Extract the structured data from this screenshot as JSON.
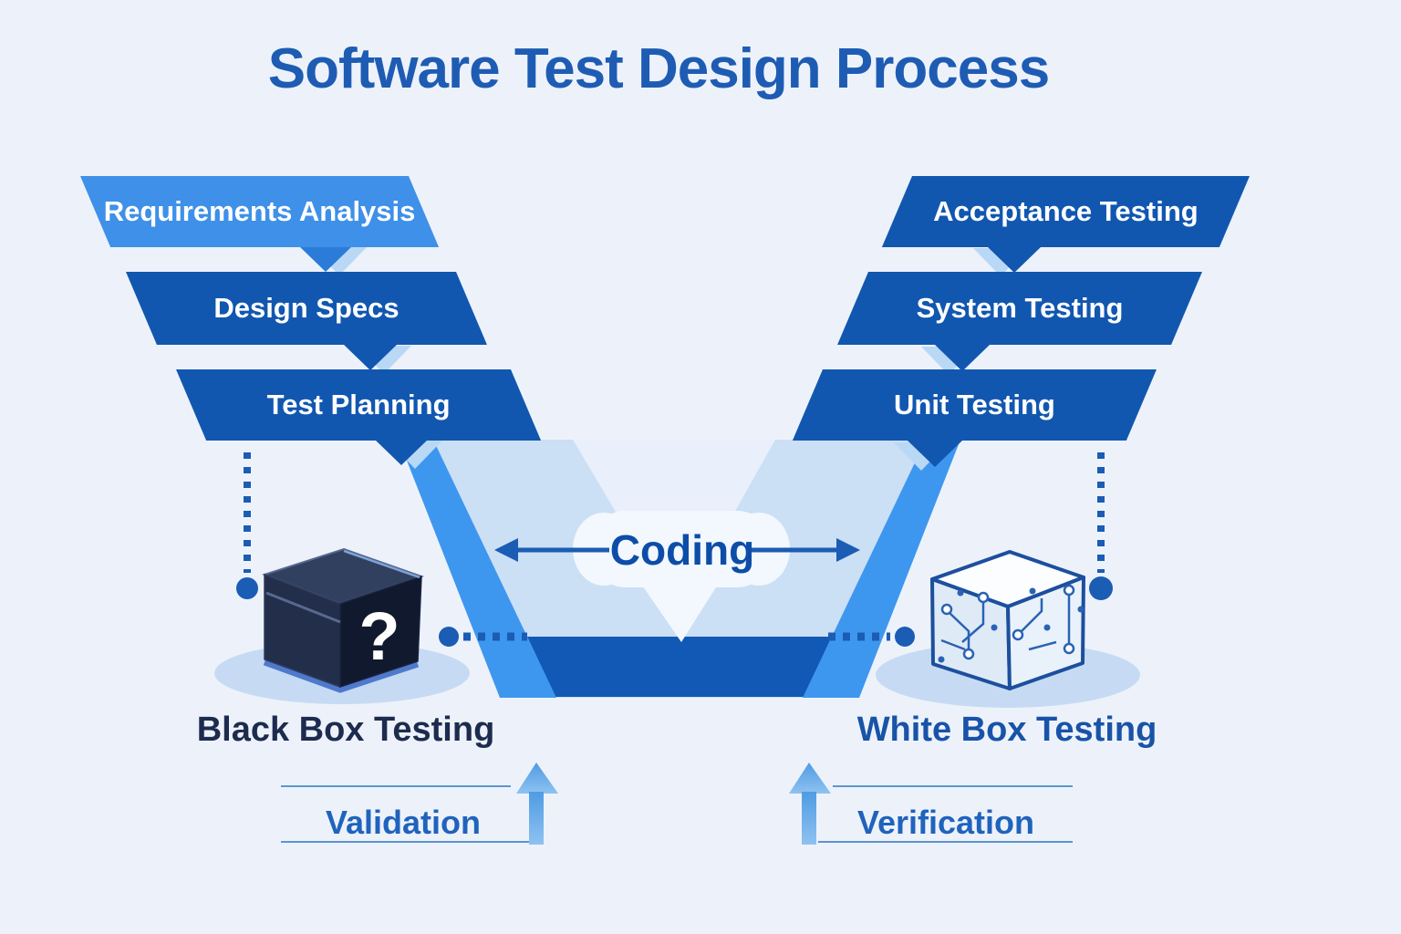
{
  "title": "Software Test Design Process",
  "left_stages": [
    {
      "label": "Requirements Analysis"
    },
    {
      "label": "Design Specs"
    },
    {
      "label": "Test Planning"
    }
  ],
  "right_stages": [
    {
      "label": "Acceptance Testing"
    },
    {
      "label": "System Testing"
    },
    {
      "label": "Unit Testing"
    }
  ],
  "center": {
    "coding_label": "Coding"
  },
  "black_box": {
    "label": "Black Box Testing",
    "question_mark": "?",
    "icon": "black-box-cube-icon"
  },
  "white_box": {
    "label": "White Box Testing",
    "icon": "white-box-circuit-cube-icon"
  },
  "bottom": {
    "validation_label": "Validation",
    "verification_label": "Verification"
  },
  "colors": {
    "background": "#edf2fa",
    "title_text": "#1e5cb4",
    "stage_light_blue": "#3e90e8",
    "stage_dark_blue": "#1157b0",
    "v_stripe": "#3e97ef",
    "v_interior": "#cbdff5",
    "v_highlight_wedge": "#e9f0fb",
    "v_bottom_trapezoid": "#1159b4",
    "dotted_connector": "#1b5cb4",
    "arrow_blue": "#1b5cb4",
    "up_arrow_light_blue": "#61a7e8",
    "black_box_label_text": "#1d2b4e",
    "white_box_label_text": "#1853a8",
    "flow_label_text": "#1f63bd"
  }
}
